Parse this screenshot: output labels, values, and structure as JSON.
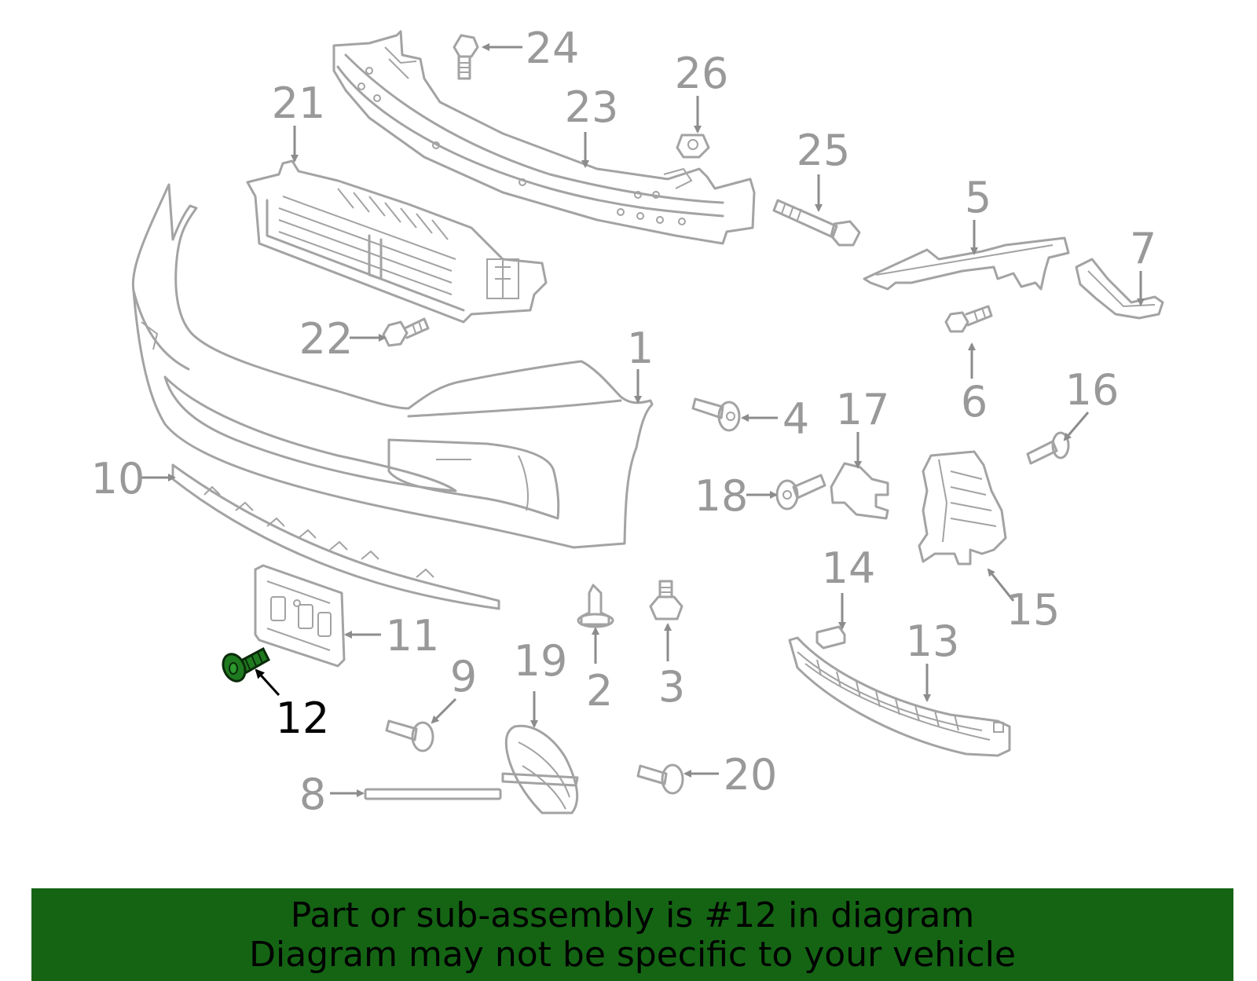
{
  "highlight_color": "#1f7a1f",
  "banner_color": "#146414",
  "highlighted_part": "12",
  "callouts": {
    "c1": "1",
    "c2": "2",
    "c3": "3",
    "c4": "4",
    "c5": "5",
    "c6": "6",
    "c7": "7",
    "c8": "8",
    "c9": "9",
    "c10": "10",
    "c11": "11",
    "c12": "12",
    "c13": "13",
    "c14": "14",
    "c15": "15",
    "c16": "16",
    "c17": "17",
    "c18": "18",
    "c19": "19",
    "c20": "20",
    "c21": "21",
    "c22": "22",
    "c23": "23",
    "c24": "24",
    "c25": "25",
    "c26": "26"
  },
  "banner": {
    "line1": "Part or sub-assembly is #12 in diagram",
    "line2": "Diagram may not be specific to your vehicle"
  }
}
